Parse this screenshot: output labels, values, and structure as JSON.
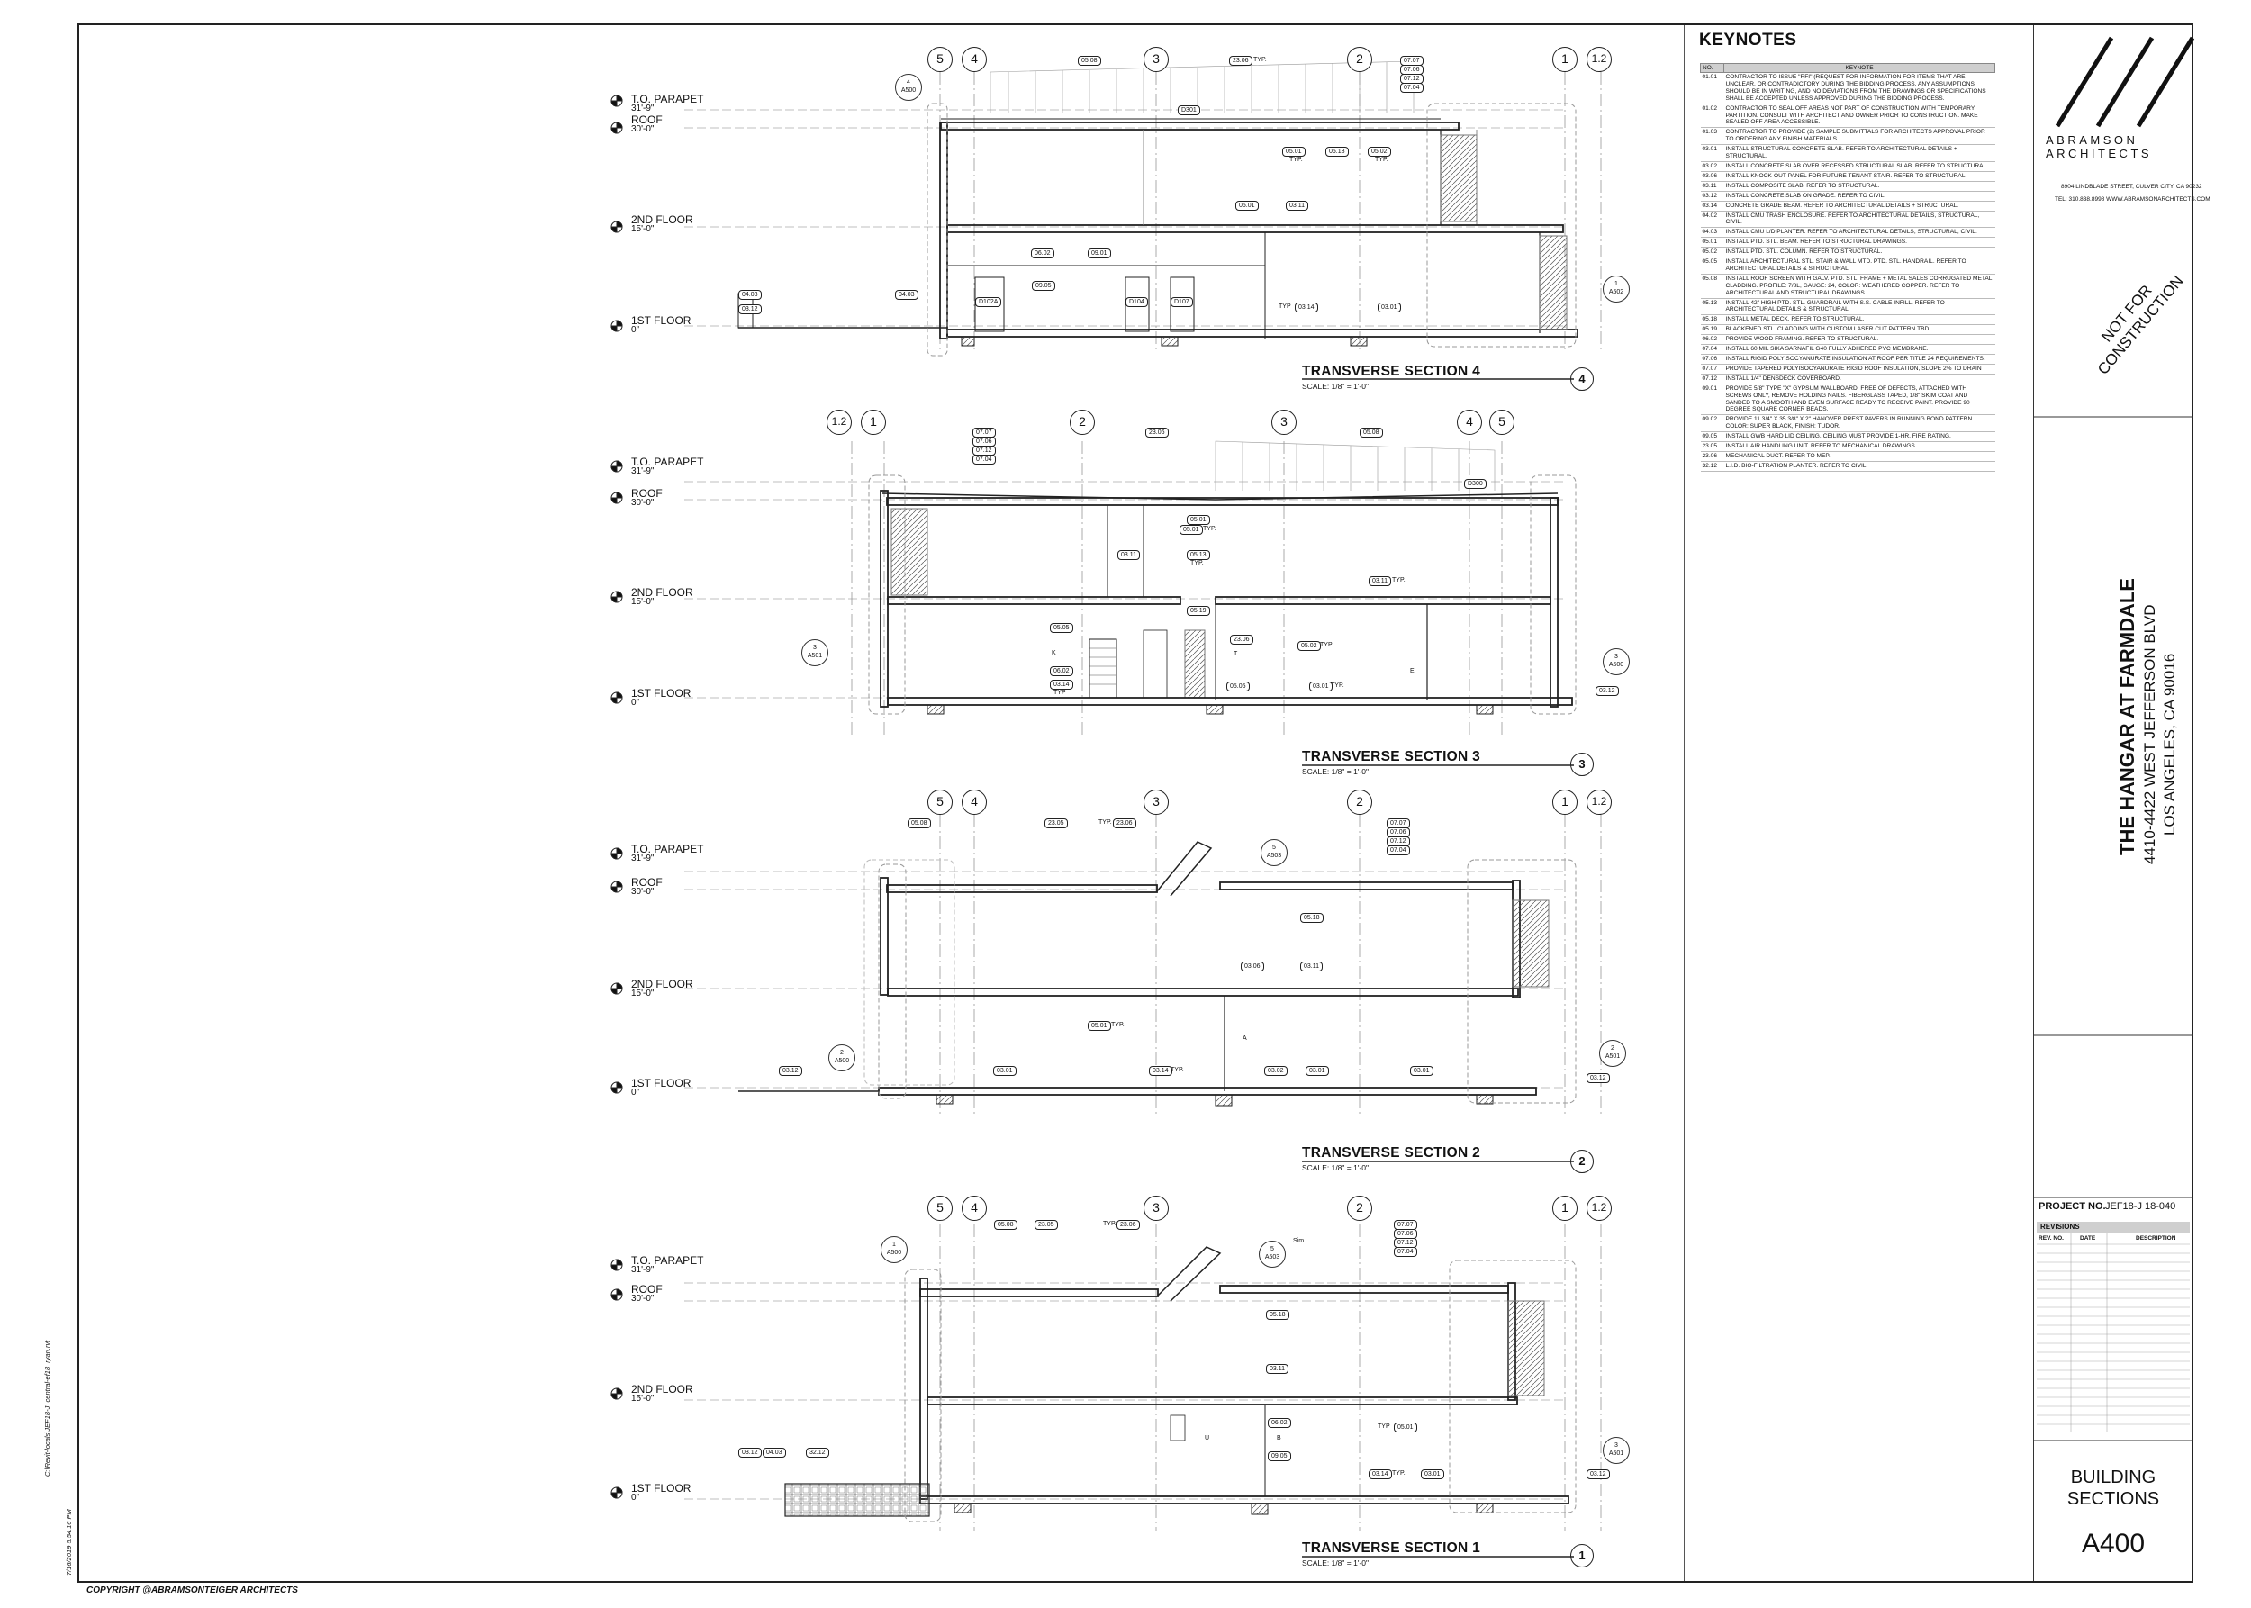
{
  "keynotes": {
    "title": "KEYNOTES",
    "col_no": "NO.",
    "col_keynote": "KEYNOTE",
    "items": [
      {
        "no": "01.01",
        "text": "CONTRACTOR TO ISSUE \"RFI\" (REQUEST FOR INFORMATION FOR ITEMS THAT ARE UNCLEAR, OR CONTRADICTORY DURING THE BIDDING PROCESS. ANY ASSUMPTIONS SHOULD BE IN WRITING, AND NO DEVIATIONS FROM THE DRAWINGS OR SPECIFICATIONS SHALL BE ACCEPTED UNLESS APPROVED DURING THE BIDDING PROCESS."
      },
      {
        "no": "01.02",
        "text": "CONTRACTOR TO SEAL OFF AREAS NOT PART OF CONSTRUCTION WITH TEMPORARY PARTITION. CONSULT WITH ARCHITECT AND OWNER PRIOR TO CONSTRUCTION. MAKE SEALED OFF AREA ACCESSIBLE."
      },
      {
        "no": "01.03",
        "text": "CONTRACTOR TO PROVIDE (2) SAMPLE SUBMITTALS FOR ARCHITECTS APPROVAL PRIOR TO ORDERING ANY FINISH MATERIALS"
      },
      {
        "no": "03.01",
        "text": "INSTALL STRUCTURAL CONCRETE SLAB. REFER TO ARCHITECTURAL DETAILS + STRUCTURAL."
      },
      {
        "no": "03.02",
        "text": "INSTALL CONCRETE SLAB OVER RECESSED STRUCTURAL SLAB. REFER TO STRUCTURAL."
      },
      {
        "no": "03.06",
        "text": "INSTALL KNOCK-OUT PANEL FOR FUTURE TENANT STAIR. REFER TO STRUCTURAL."
      },
      {
        "no": "03.11",
        "text": "INSTALL COMPOSITE SLAB. REFER TO STRUCTURAL."
      },
      {
        "no": "03.12",
        "text": "INSTALL CONCRETE SLAB ON GRADE. REFER TO CIVIL."
      },
      {
        "no": "03.14",
        "text": "CONCRETE GRADE BEAM. REFER TO ARCHITECTURAL DETAILS + STRUCTURAL."
      },
      {
        "no": "04.02",
        "text": "INSTALL CMU TRASH ENCLOSURE. REFER TO ARCHITECTURAL DETAILS, STRUCTURAL, CIVIL."
      },
      {
        "no": "04.03",
        "text": "INSTALL CMU L/D PLANTER. REFER TO ARCHITECTURAL DETAILS, STRUCTURAL, CIVIL."
      },
      {
        "no": "05.01",
        "text": "INSTALL PTD. STL. BEAM. REFER TO STRUCTURAL DRAWINGS."
      },
      {
        "no": "05.02",
        "text": "INSTALL PTD. STL. COLUMN. REFER TO STRUCTURAL."
      },
      {
        "no": "05.05",
        "text": "INSTALL ARCHITECTURAL STL. STAIR & WALL MTD. PTD. STL. HANDRAIL. REFER TO ARCHITECTURAL DETAILS & STRUCTURAL."
      },
      {
        "no": "05.08",
        "text": "INSTALL ROOF SCREEN WITH GALV. PTD. STL. FRAME + METAL SALES CORRUGATED METAL CLADDING. PROFILE: 7/8L, GAUGE: 24, COLOR: WEATHERED COPPER. REFER TO ARCHITECTURAL AND STRUCTURAL DRAWINGS."
      },
      {
        "no": "05.13",
        "text": "INSTALL 42\" HIGH PTD. STL. GUARDRAIL WITH S.S. CABLE INFILL. REFER TO ARCHITECTURAL DETAILS & STRUCTURAL."
      },
      {
        "no": "05.18",
        "text": "INSTALL METAL DECK. REFER TO STRUCTURAL."
      },
      {
        "no": "05.19",
        "text": "BLACKENED STL. CLADDING WITH CUSTOM LASER CUT PATTERN TBD."
      },
      {
        "no": "06.02",
        "text": "PROVIDE WOOD FRAMING. REFER TO STRUCTURAL."
      },
      {
        "no": "07.04",
        "text": "INSTALL 60 MIL SIKA SARNAFIL G40 FULLY ADHERED PVC MEMBRANE."
      },
      {
        "no": "07.06",
        "text": "INSTALL RIGID POLYISOCYANURATE INSULATION AT ROOF PER TITLE 24 REQUIREMENTS."
      },
      {
        "no": "07.07",
        "text": "PROVIDE TAPERED POLYISOCYANURATE RIGID ROOF INSULATION, SLOPE 2% TO DRAIN"
      },
      {
        "no": "07.12",
        "text": "INSTALL 1/4\" DENSDECK COVERBOARD."
      },
      {
        "no": "09.01",
        "text": "PROVIDE 5/8\" TYPE \"X\" GYPSUM WALLBOARD, FREE OF DEFECTS, ATTACHED WITH SCREWS ONLY, REMOVE HOLDING NAILS. FIBERGLASS TAPED, 1/8\" SKIM COAT AND SANDED TO A SMOOTH AND EVEN SURFACE READY TO RECEIVE PAINT. PROVIDE 90 DEGREE SQUARE CORNER BEADS."
      },
      {
        "no": "09.02",
        "text": "PROVIDE 11 3/4\" X 35 3/8\" X 2\" HANOVER PREST PAVERS IN RUNNING BOND PATTERN. COLOR: SUPER BLACK, FINISH: TUDOR."
      },
      {
        "no": "09.05",
        "text": "INSTALL GWB HARD LID CEILING. CEILING MUST PROVIDE 1-HR. FIRE RATING."
      },
      {
        "no": "23.05",
        "text": "INSTALL AIR HANDLING UNIT. REFER TO MECHANICAL DRAWINGS."
      },
      {
        "no": "23.06",
        "text": "MECHANICAL DUCT. REFER TO MEP."
      },
      {
        "no": "32.12",
        "text": "L.I.D. BIO-FILTRATION PLANTER. REFER TO CIVIL."
      }
    ]
  },
  "levels": {
    "parapet": {
      "name": "T.O. PARAPET",
      "elev": "31'-9\""
    },
    "roof": {
      "name": "ROOF",
      "elev": "30'-0\""
    },
    "second": {
      "name": "2ND FLOOR",
      "elev": "15'-0\""
    },
    "first": {
      "name": "1ST FLOOR",
      "elev": "0\""
    }
  },
  "sections": [
    {
      "title": "TRANSVERSE SECTION 4",
      "scale": "SCALE:  1/8\" = 1'-0\"",
      "number": "4"
    },
    {
      "title": "TRANSVERSE SECTION 3",
      "scale": "SCALE:  1/8\" = 1'-0\"",
      "number": "3"
    },
    {
      "title": "TRANSVERSE SECTION 2",
      "scale": "SCALE:  1/8\" = 1'-0\"",
      "number": "2"
    },
    {
      "title": "TRANSVERSE SECTION 1",
      "scale": "SCALE:  1/8\" = 1'-0\"",
      "number": "1"
    }
  ],
  "grid_labels": {
    "g5": "5",
    "g4": "4",
    "g3": "3",
    "g2": "2",
    "g1": "1",
    "g12": "1.2"
  },
  "tags": {
    "s4": [
      "05.08",
      "23.06",
      "07.07",
      "07.06",
      "07.12",
      "07.04",
      "D301",
      "05.01",
      "05.18",
      "05.02",
      "05.01",
      "03.11",
      "06.02",
      "09.01",
      "09.05",
      "04.03",
      "03.12",
      "04.03",
      "D102A",
      "D104",
      "D107",
      "03.14",
      "03.01"
    ],
    "s3": [
      "07.07",
      "07.06",
      "07.12",
      "07.04",
      "23.06",
      "05.08",
      "D300",
      "05.01",
      "05.01",
      "03.11",
      "05.13",
      "03.11",
      "05.05",
      "05.19",
      "23.06",
      "05.02",
      "06.02",
      "03.14",
      "05.05",
      "03.01",
      "03.12"
    ],
    "s2": [
      "05.08",
      "23.05",
      "23.06",
      "07.07",
      "07.06",
      "07.12",
      "07.04",
      "05.18",
      "03.06",
      "03.11",
      "05.01",
      "03.12",
      "03.01",
      "03.14",
      "03.02",
      "03.01",
      "03.01",
      "03.12"
    ],
    "s1": [
      "05.08",
      "23.05",
      "23.06",
      "07.07",
      "07.06",
      "07.12",
      "07.04",
      "05.18",
      "03.11",
      "06.02",
      "09.05",
      "05.01",
      "03.12",
      "04.03",
      "32.12",
      "03.14",
      "03.01",
      "03.12"
    ]
  },
  "ref_bubbles": {
    "r1": "4\nA500",
    "r2": "1\nA502",
    "r3": "3\nA501",
    "r4": "3\nA500",
    "r5": "5\nA503",
    "r6": "2\nA500",
    "r7": "2\nA501",
    "r8": "1\nA500",
    "r9": "5\nA503",
    "r10": "3\nA501"
  },
  "misc": {
    "typ": "TYP.",
    "typ2": "TYP",
    "sim": "Sim",
    "k": "K",
    "t": "T",
    "e": "E",
    "b": "B",
    "a": "A",
    "u": "U"
  },
  "logo": {
    "name1": "ABRAMSON",
    "name2": "ARCHITECTS",
    "addr1": "8904 LINDBLADE STREET, CULVER CITY, CA 90232",
    "addr2": "TEL: 310.838.8998  WWW.ABRAMSONARCHITECTS.COM"
  },
  "stamp": {
    "line1": "NOT FOR",
    "line2": "CONSTRUCTION"
  },
  "project": {
    "name": "THE HANGAR AT FARMDALE",
    "addr1": "4410-4422 WEST JEFFERSON BLVD",
    "addr2": "LOS ANGELES, CA 90016"
  },
  "project_no": {
    "label": "PROJECT NO.",
    "value": "JEF18-J 18-040"
  },
  "revisions": {
    "title": "REVISIONS",
    "col_rev": "REV. NO.",
    "col_date": "DATE",
    "col_desc": "DESCRIPTION"
  },
  "sheet": {
    "title1": "BUILDING",
    "title2": "SECTIONS",
    "number": "A400"
  },
  "footer": {
    "copyright": "COPYRIGHT @ABRAMSONTEIGER ARCHITECTS",
    "date_stamp": "7/16/2019 5:54:16 PM",
    "file_path": "C:\\Revit-locals\\JEF18-J_central-ef18_ryan.rvt"
  },
  "colors": {
    "line": "#222222",
    "light": "#9a9a9a",
    "header": "#cfcfcf"
  }
}
